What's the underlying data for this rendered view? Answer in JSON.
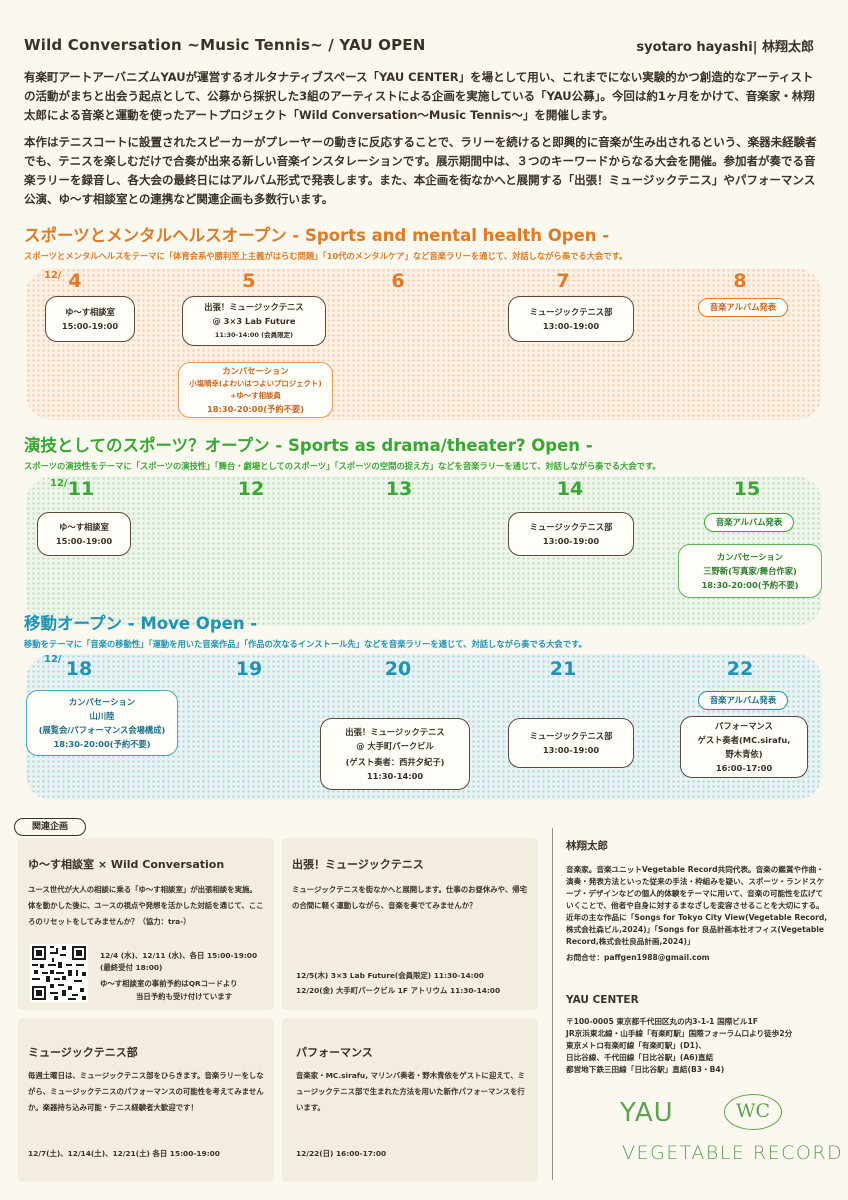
{
  "header": {
    "title": "Wild Conversation ~Music Tennis~ / YAU OPEN",
    "author": "syotaro hayashi| 林翔太郎"
  },
  "intro": {
    "p1": "有楽町アートアーバニズムYAUが運営するオルタナティブスペース「YAU CENTER」を場として用い、これまでにない実験的かつ創造的なアーティストの活動がまちと出会う起点として、公募から採択した3組のアーティストによる企画を実施している「YAU公募」。今回は約1ヶ月をかけて、音楽家・林翔太郎による音楽と運動を使ったアートプロジェクト「Wild Conversation〜Music Tennis〜」を開催します。",
    "p2": "本作はテニスコートに設置されたスピーカーがプレーヤーの動きに反応することで、ラリーを続けると即興的に音楽が生み出されるという、楽器未経験者でも、テニスを楽しむだけで合奏が出来る新しい音楽インスタレーションです。展示期間中は、３つのキーワードからなる大会を開催。参加者が奏でる音楽ラリーを録音し、各大会の最終日にはアルバム形式で発表します。また、本企画を街なかへと展開する「出張！ミュージックテニス」やパフォーマンス公演、ゆ〜す相談室との連携など関連企画も多数行います。"
  },
  "colors": {
    "orange": "#e07a25",
    "green": "#3aa635",
    "blue": "#1f93b4",
    "text": "#3a3128"
  },
  "sections": [
    {
      "title": "スポーツとメンタルヘルスオープン - Sports and mental health Open -",
      "sub": "スポーツとメンタルヘルスをテーマに「体育会系や勝利至上主義がはらむ問題」「10代のメンタルケア」など音楽ラリーを通じて、対話しながら奏でる大会です。",
      "month": "12/",
      "days": [
        "4",
        "5",
        "6",
        "7",
        "8"
      ]
    },
    {
      "title": "演技としてのスポーツ？オープン - Sports as drama/theater? Open -",
      "sub": "スポーツの演技性をテーマに「スポーツの演技性」「舞台・劇場としてのスポーツ」「スポーツの空間の捉え方」などを音楽ラリーを通じて、対話しながら奏でる大会です。",
      "month": "12/",
      "days": [
        "11",
        "12",
        "13",
        "14",
        "15"
      ]
    },
    {
      "title": "移動オープン - Move Open -",
      "sub": "移動をテーマに「音楽の移動性」「運動を用いた音楽作品」「作品の次なるインストール先」などを音楽ラリーを通じて、対話しながら奏でる大会です。",
      "month": "12/",
      "days": [
        "18",
        "19",
        "20",
        "21",
        "22"
      ]
    }
  ],
  "events": {
    "youth": {
      "name": "ゆ〜す相談室",
      "time": "15:00-19:00"
    },
    "tennis_club": {
      "name": "ミュージックテニス部",
      "time": "13:00-19:00"
    },
    "album": "音楽アルバム発表",
    "s1_trip": {
      "name": "出張！ミュージックテニス",
      "place": "@ 3×3 Lab Future",
      "time": "11:30-14:00 (会員限定)"
    },
    "s1_conv": {
      "head": "カンバセーション",
      "guest": "小塩晴幸(よわいはつよいプロジェクト) +ゆ〜す相談員",
      "time": "18:30-20:00(予約不要)"
    },
    "s2_conv": {
      "head": "カンバセーション",
      "guest": "三野新(写真家/舞台作家)",
      "time": "18:30-20:00(予約不要)"
    },
    "s3_conv": {
      "head": "カンバセーション",
      "guest1": "山川陸",
      "guest2": "(展覧会/パフォーマンス会場構成)",
      "time": "18:30-20:00(予約不要)"
    },
    "s3_trip": {
      "name": "出張！ミュージックテニス",
      "place": "@ 大手町パークビル",
      "guest": "(ゲスト奏者：西井夕紀子)",
      "time": "11:30-14:00"
    },
    "s3_perf": {
      "name": "パフォーマンス",
      "guest1": "ゲスト奏者(MC.sirafu,",
      "guest2": "野木青依)",
      "time": "16:00-17:00"
    }
  },
  "related": {
    "label": "関連企画",
    "box1": {
      "title": "ゆ〜す相談室 × Wild Conversation",
      "body": "ユース世代が大人の相談に乗る「ゆ〜す相談室」が出張相談を実施。体を動かした後に、ユースの視点や発想を活かした対話を通じて、こころのリセットをしてみませんか？（協力：tra-）",
      "date1": "12/4 (水)、12/11 (水)、各日 15:00-19:00",
      "date2": "(最終受付 18:00)",
      "note1": "ゆ〜す相談室の事前予約はQRコードより",
      "note2": "当日予約も受け付けています"
    },
    "box2": {
      "title": "出張！ミュージックテニス",
      "body": "ミュージックテニスを街なかへと展開します。仕事のお昼休みや、帰宅の合間に軽く運動しながら、音楽を奏でてみませんか？",
      "date1": "12/5(木) 3×3 Lab Future(会員限定) 11:30-14:00",
      "date2": "12/20(金) 大手町パークビル 1F アトリウム 11:30-14:00"
    },
    "box3": {
      "title": "ミュージックテニス部",
      "body": "毎週土曜日は、ミュージックテニス部をひらきます。音楽ラリーをしながら、ミュージックテニスのパフォーマンスの可能性を考えてみませんか。楽器持ち込み可能・テニス経験者大歓迎です！",
      "date": "12/7(土)、12/14(土)、12/21(土) 各日 15:00-19:00"
    },
    "box4": {
      "title": "パフォーマンス",
      "body": "音楽家・MC.sirafu, マリンバ奏者・野木青依をゲストに迎えて、ミュージックテニス部で生まれた方法を用いた新作パフォーマンスを行います。",
      "date": "12/22(日) 16:00-17:00"
    }
  },
  "profile": {
    "name": "林翔太郎",
    "body": "音楽家。音楽ユニットVegetable Record共同代表。音楽の鑑賞や作曲・演奏・発表方法といった従来の手法・枠組みを疑い、スポーツ・ランドスケープ・デザインなどの個人的体験をテーマに用いて、音楽の可能性を広げていくことで、他者や自身に対するまなざしを変容させることを大切にする。近年の主な作品に「Songs for Tokyo City View(Vegetable Record,株式会社森ビル,2024)」「Songs for 良品計画本社オフィス(Vegetable Record,株式会社良品計画,2024)」",
    "contact": "お問合せ：paffgen1988@gmail.com"
  },
  "venue": {
    "name": "YAU CENTER",
    "address": "〒100-0005 東京都千代田区丸の内3-1-1 国際ビル1F",
    "access1": "JR京浜東北線・山手線「有楽町駅」国際フォーラム口より徒歩2分",
    "access2": "東京メトロ有楽町線「有楽町駅」(D1)、",
    "access3": "日比谷線、千代田線「日比谷駅」(A6)直結",
    "access4": "都営地下鉄三田線「日比谷駅」直結(B3・B4)"
  },
  "logos": {
    "yau": "YAU",
    "wc": "WC",
    "vr": "VEGETABLE RECORD"
  }
}
